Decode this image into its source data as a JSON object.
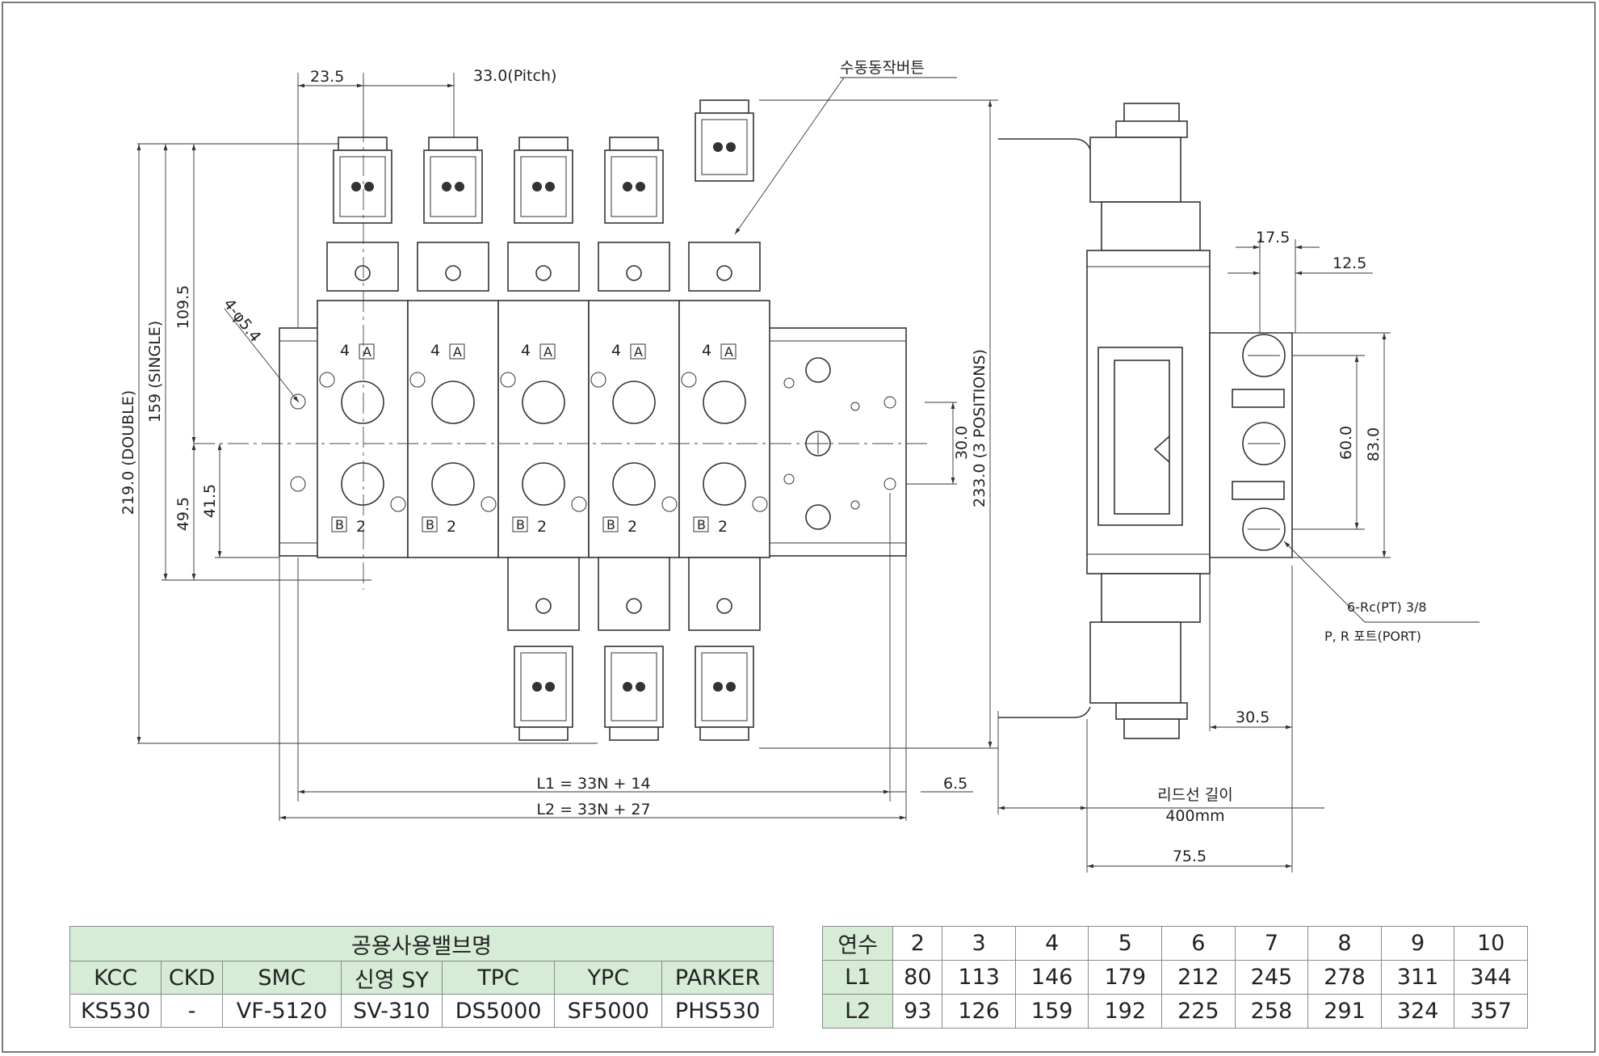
{
  "drawing": {
    "front_view": {
      "dimensions": {
        "top_offset": "23.5",
        "pitch": "33.0(Pitch)",
        "mounting_holes": "4-φ5.4",
        "height_double": "219.0 (DOUBLE)",
        "height_single": "159 (SINGLE)",
        "upper_offset": "109.5",
        "lower_offset_1": "49.5",
        "lower_offset_2": "41.5",
        "port_spacing": "30.0",
        "height_3pos": "233.0 (3 POSITIONS)",
        "length_l1": "L1 = 33N + 14",
        "length_l2": "L2 = 33N + 27",
        "edge_offset": "6.5"
      },
      "manual_button_callout": "수동동작버튼",
      "port_labels": {
        "port_4": "4",
        "port_a": "A",
        "port_2": "2",
        "port_b": "B"
      }
    },
    "side_view": {
      "dimensions": {
        "port_offset_1": "17.5",
        "port_offset_2": "12.5",
        "port_pitch": "60.0",
        "port_span": "83.0",
        "depth_lower": "30.5",
        "width": "75.5",
        "lead_length_label": "리드선 길이",
        "lead_length_value": "400mm"
      },
      "port_callout_line1": "6-Rc(PT) 3/8",
      "port_callout_line2": "P, R 포트(PORT)"
    }
  },
  "brand_table": {
    "title": "공용사용밸브명",
    "headers": [
      "KCC",
      "CKD",
      "SMC",
      "신영 SY",
      "TPC",
      "YPC",
      "PARKER"
    ],
    "values": [
      "KS530",
      "-",
      "VF-5120",
      "SV-310",
      "DS5000",
      "SF5000",
      "PHS530"
    ]
  },
  "count_table": {
    "header_label": "연수",
    "counts": [
      "2",
      "3",
      "4",
      "5",
      "6",
      "7",
      "8",
      "9",
      "10"
    ],
    "rows": [
      {
        "label": "L1",
        "values": [
          "80",
          "113",
          "146",
          "179",
          "212",
          "245",
          "278",
          "311",
          "344"
        ]
      },
      {
        "label": "L2",
        "values": [
          "93",
          "126",
          "159",
          "192",
          "225",
          "258",
          "291",
          "324",
          "357"
        ]
      }
    ]
  },
  "colors": {
    "table_header_bg": "#d6ecd6",
    "line": "#333333"
  }
}
